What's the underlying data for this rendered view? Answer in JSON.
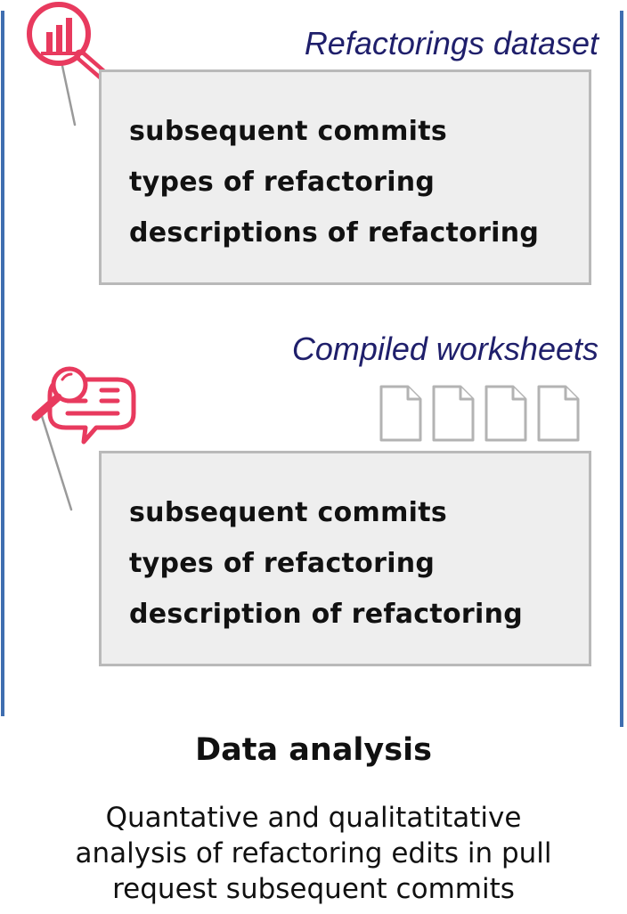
{
  "dataset": {
    "title": "Refactorings dataset",
    "items": [
      "subsequent commits",
      "types of refactoring",
      "descriptions of refactoring"
    ]
  },
  "worksheets": {
    "title": "Compiled worksheets",
    "items": [
      "subsequent commits",
      "types of refactoring",
      "description of refactoring"
    ]
  },
  "analysis": {
    "heading": "Data analysis",
    "lines": [
      "Quantative and qualitatitative",
      "analysis of refactoring edits in pull",
      "request subsequent commits"
    ]
  },
  "colors": {
    "accent": "#e83a5e",
    "title": "#1f1f6b",
    "line": "#3f6eb0",
    "box_bg": "#eeeeee",
    "box_border": "#b9b9b9",
    "doc_stroke": "#b3b3b3"
  },
  "icons": [
    "magnifier-chart-icon",
    "search-chat-icon",
    "documents-icon"
  ]
}
